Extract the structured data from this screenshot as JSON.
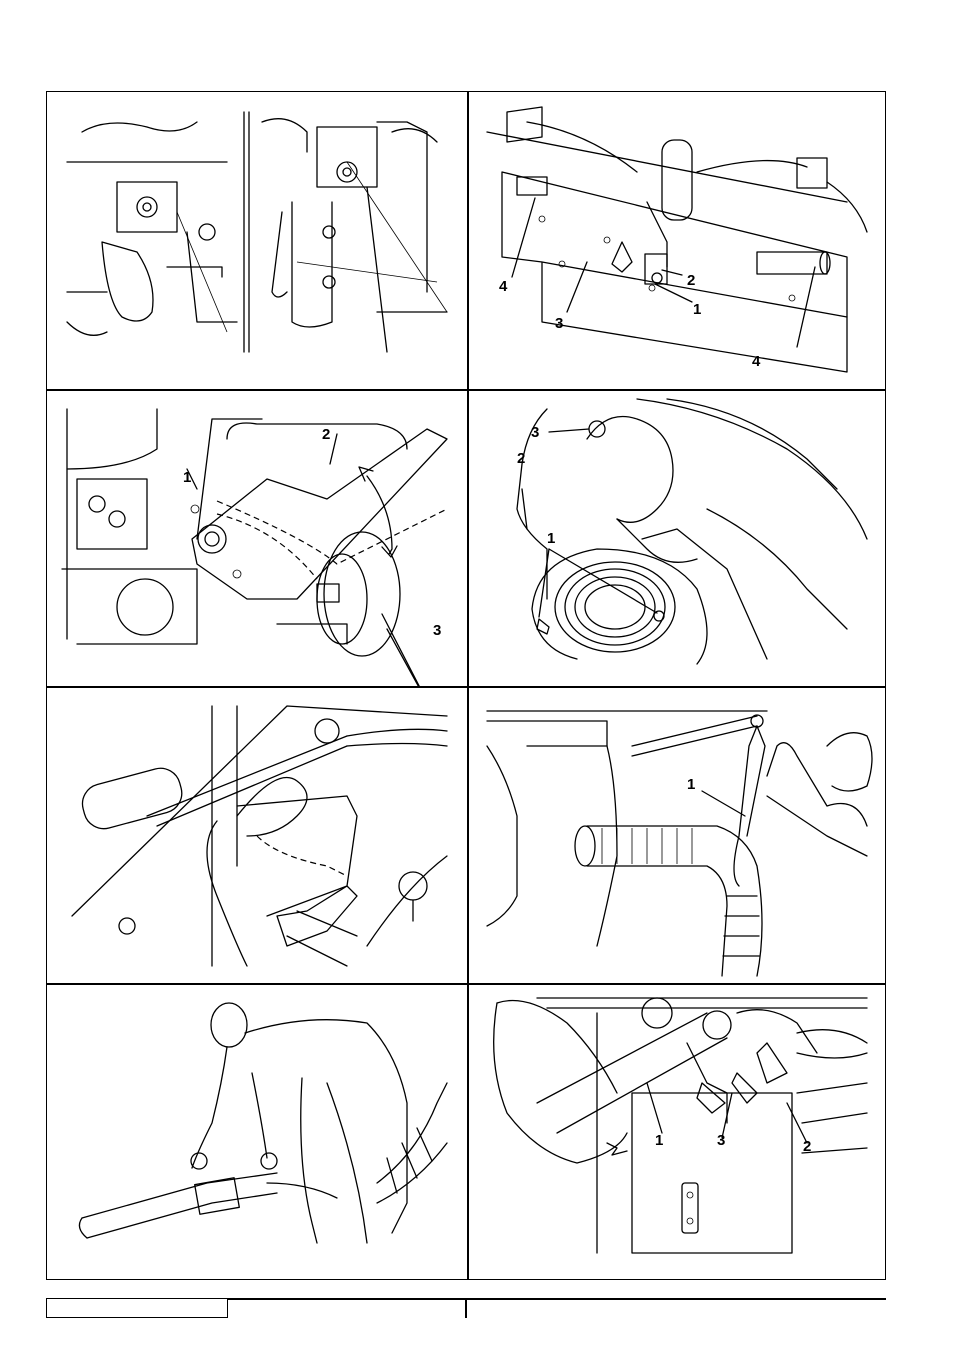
{
  "figures": [
    {
      "id": "fig-1",
      "callouts": []
    },
    {
      "id": "fig-2",
      "callouts": [
        "4",
        "2",
        "1",
        "3",
        "4"
      ]
    },
    {
      "id": "fig-3",
      "callouts": [
        "2",
        "1",
        "3"
      ]
    },
    {
      "id": "fig-4",
      "callouts": [
        "3",
        "2",
        "1"
      ]
    },
    {
      "id": "fig-5",
      "callouts": []
    },
    {
      "id": "fig-6",
      "callouts": [
        "1"
      ]
    },
    {
      "id": "fig-7",
      "callouts": []
    },
    {
      "id": "fig-8",
      "callouts": [
        "2",
        "1",
        "3"
      ]
    }
  ],
  "footer": {
    "page_box_text": ""
  }
}
